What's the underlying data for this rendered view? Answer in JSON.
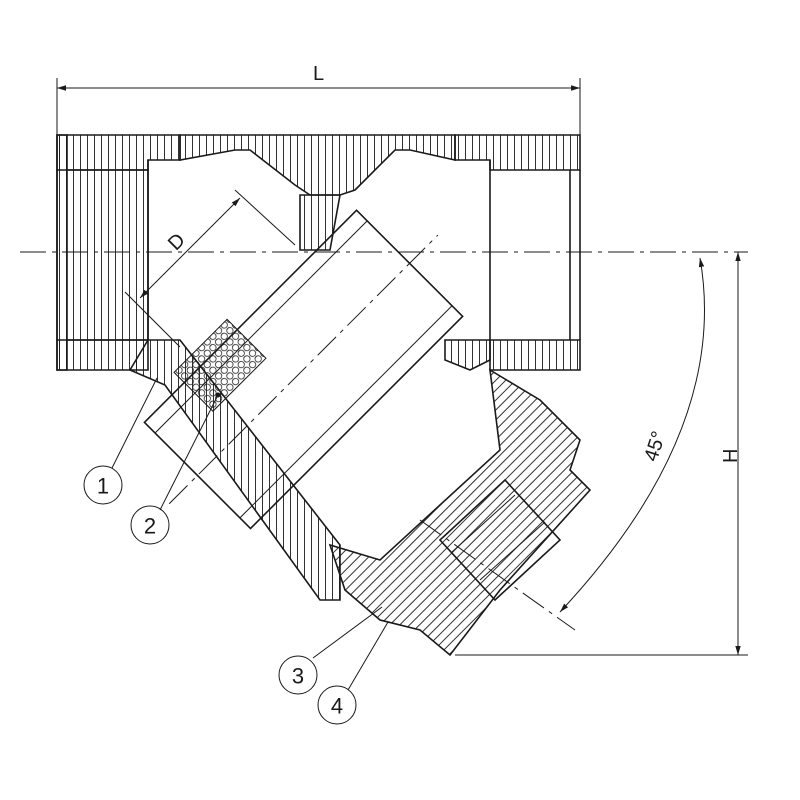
{
  "dimensions": {
    "length": "L",
    "height": "H",
    "diameter": "D",
    "angle": "45°"
  },
  "callouts": [
    "1",
    "2",
    "3",
    "4"
  ],
  "colors": {
    "line": "#1a1a1a",
    "background": "#ffffff"
  }
}
